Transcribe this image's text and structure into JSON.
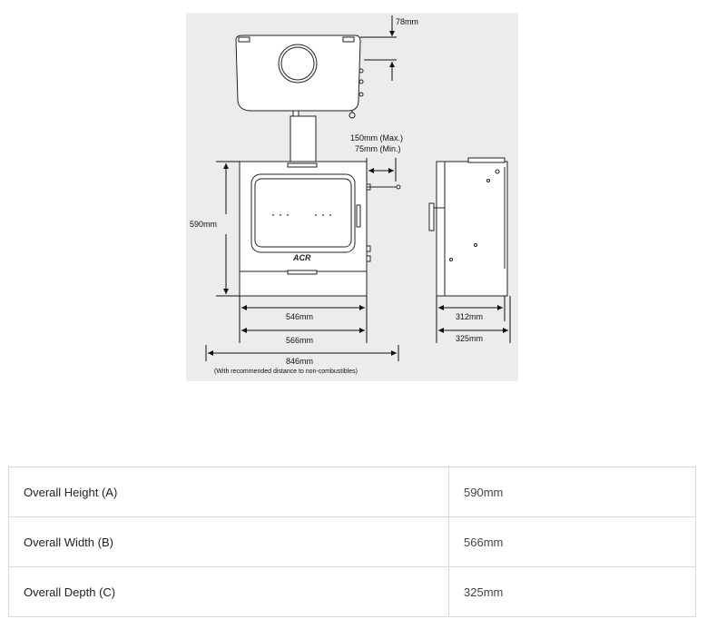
{
  "diagram": {
    "labels": {
      "top_clearance": "78mm",
      "flue_max": "150mm (Max.)",
      "flue_min": "75mm (Min.)",
      "height": "590mm",
      "inner_width": "546mm",
      "outer_width": "566mm",
      "total_width": "846mm",
      "total_note": "(With recommended distance to non-combustibles)",
      "depth_inner": "312mm",
      "depth_outer": "325mm",
      "logo": "ACR"
    }
  },
  "specs": {
    "rows": [
      {
        "label": "Overall Height (A)",
        "value": "590mm"
      },
      {
        "label": "Overall Width (B)",
        "value": "566mm"
      },
      {
        "label": "Overall Depth (C)",
        "value": "325mm"
      }
    ]
  }
}
